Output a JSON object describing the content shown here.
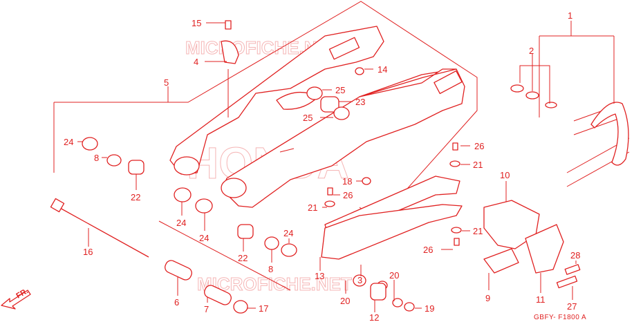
{
  "colors": {
    "ink": "#e02020",
    "watermark": "#f5b5b5",
    "background": "#ffffff"
  },
  "watermarks": {
    "top": "MICROFICHE.NET",
    "center": "HONDA",
    "bottom": "MICROFICHE.NET"
  },
  "diagram_code": "GBFY- F1800 A",
  "direction_label": "FR.",
  "direction_icon": "arrow-front-icon",
  "callouts": {
    "c1": "1",
    "c2": "2",
    "c3": "3",
    "c4": "4",
    "c5": "5",
    "c6": "6",
    "c7": "7",
    "c8a": "8",
    "c8b": "8",
    "c9": "9",
    "c10": "10",
    "c11": "11",
    "c12": "12",
    "c13": "13",
    "c14": "14",
    "c15": "15",
    "c16": "16",
    "c17": "17",
    "c18": "18",
    "c19": "19",
    "c20a": "20",
    "c20b": "20",
    "c21a": "21",
    "c21b": "21",
    "c21c": "21",
    "c22a": "22",
    "c22b": "22",
    "c23": "23",
    "c24a": "24",
    "c24b": "24",
    "c24c": "24",
    "c24d": "24",
    "c25a": "25",
    "c25b": "25",
    "c26a": "26",
    "c26b": "26",
    "c26c": "26",
    "c27": "27",
    "c28": "28"
  }
}
